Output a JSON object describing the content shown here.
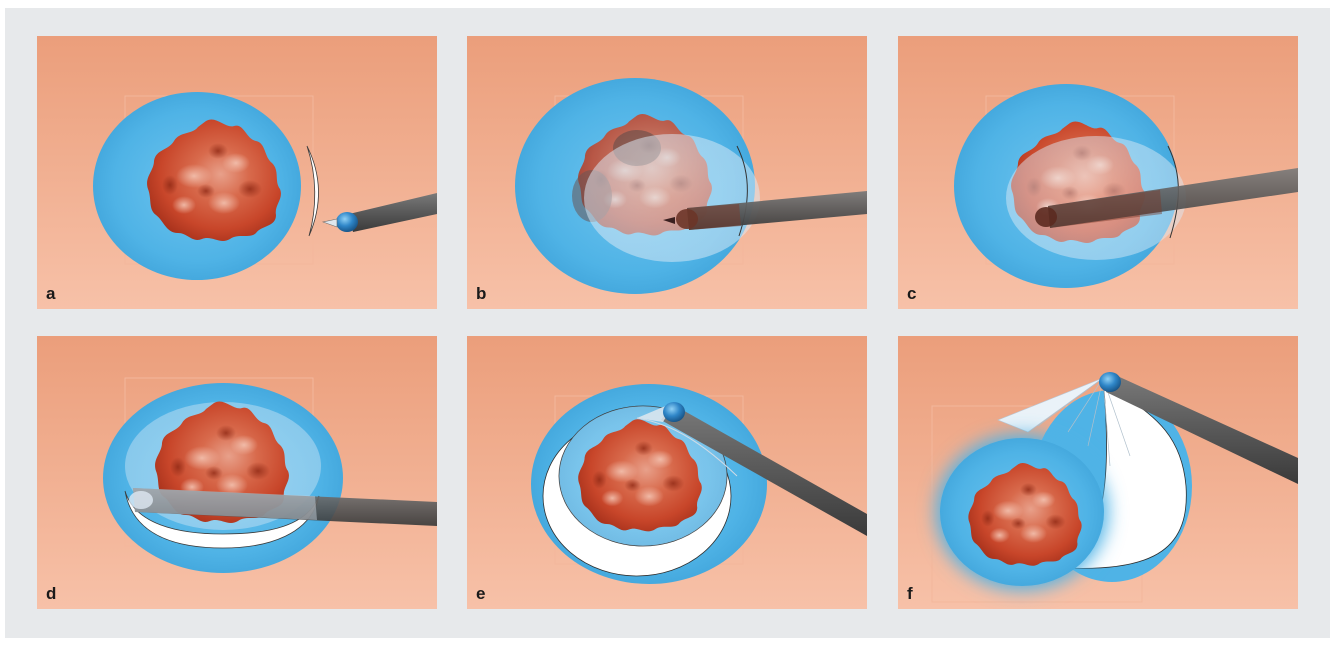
{
  "figure": {
    "colors": {
      "background": "#e7e9eb",
      "skin_top": "#eb9e7b",
      "skin_bottom": "#f6bfa5",
      "mucosa_blue": "#4fb3e6",
      "lesion_dark": "#b83a20",
      "lesion_light": "#e89a80",
      "instrument": "#5a5a5a",
      "instrument_tip": "#2a7fc0",
      "snare_white": "#ffffff"
    },
    "panels": [
      {
        "label": "a",
        "icon": "lesion-with-instrument-icon"
      },
      {
        "label": "b",
        "icon": "lesion-with-instrument-icon"
      },
      {
        "label": "c",
        "icon": "lesion-with-instrument-icon"
      },
      {
        "label": "d",
        "icon": "lesion-with-instrument-icon"
      },
      {
        "label": "e",
        "icon": "lesion-with-instrument-icon"
      },
      {
        "label": "f",
        "icon": "lesion-with-instrument-icon"
      }
    ]
  }
}
